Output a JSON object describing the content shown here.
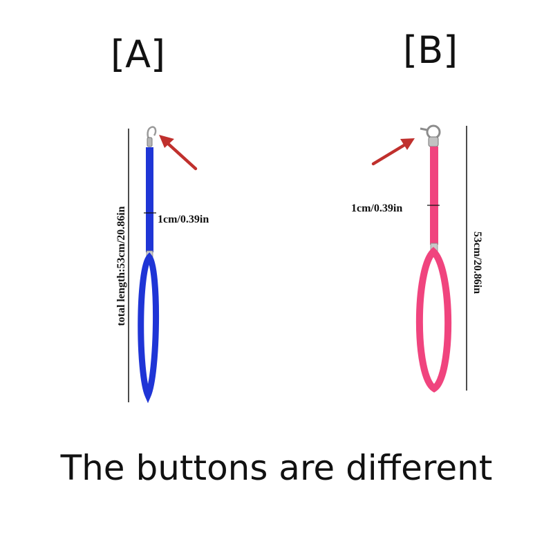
{
  "labels": {
    "a": "[A]",
    "b": "[B]"
  },
  "leash_a": {
    "width_label": "1cm/0.39in",
    "length_label": "total length:53cm/20.86in",
    "color": "#1f35d6"
  },
  "leash_b": {
    "width_label": "1cm/0.39in",
    "length_label": "53cm/20.86in",
    "color": "#f0447e"
  },
  "arrow_color": "#c0302d",
  "caption": "The buttons are different"
}
